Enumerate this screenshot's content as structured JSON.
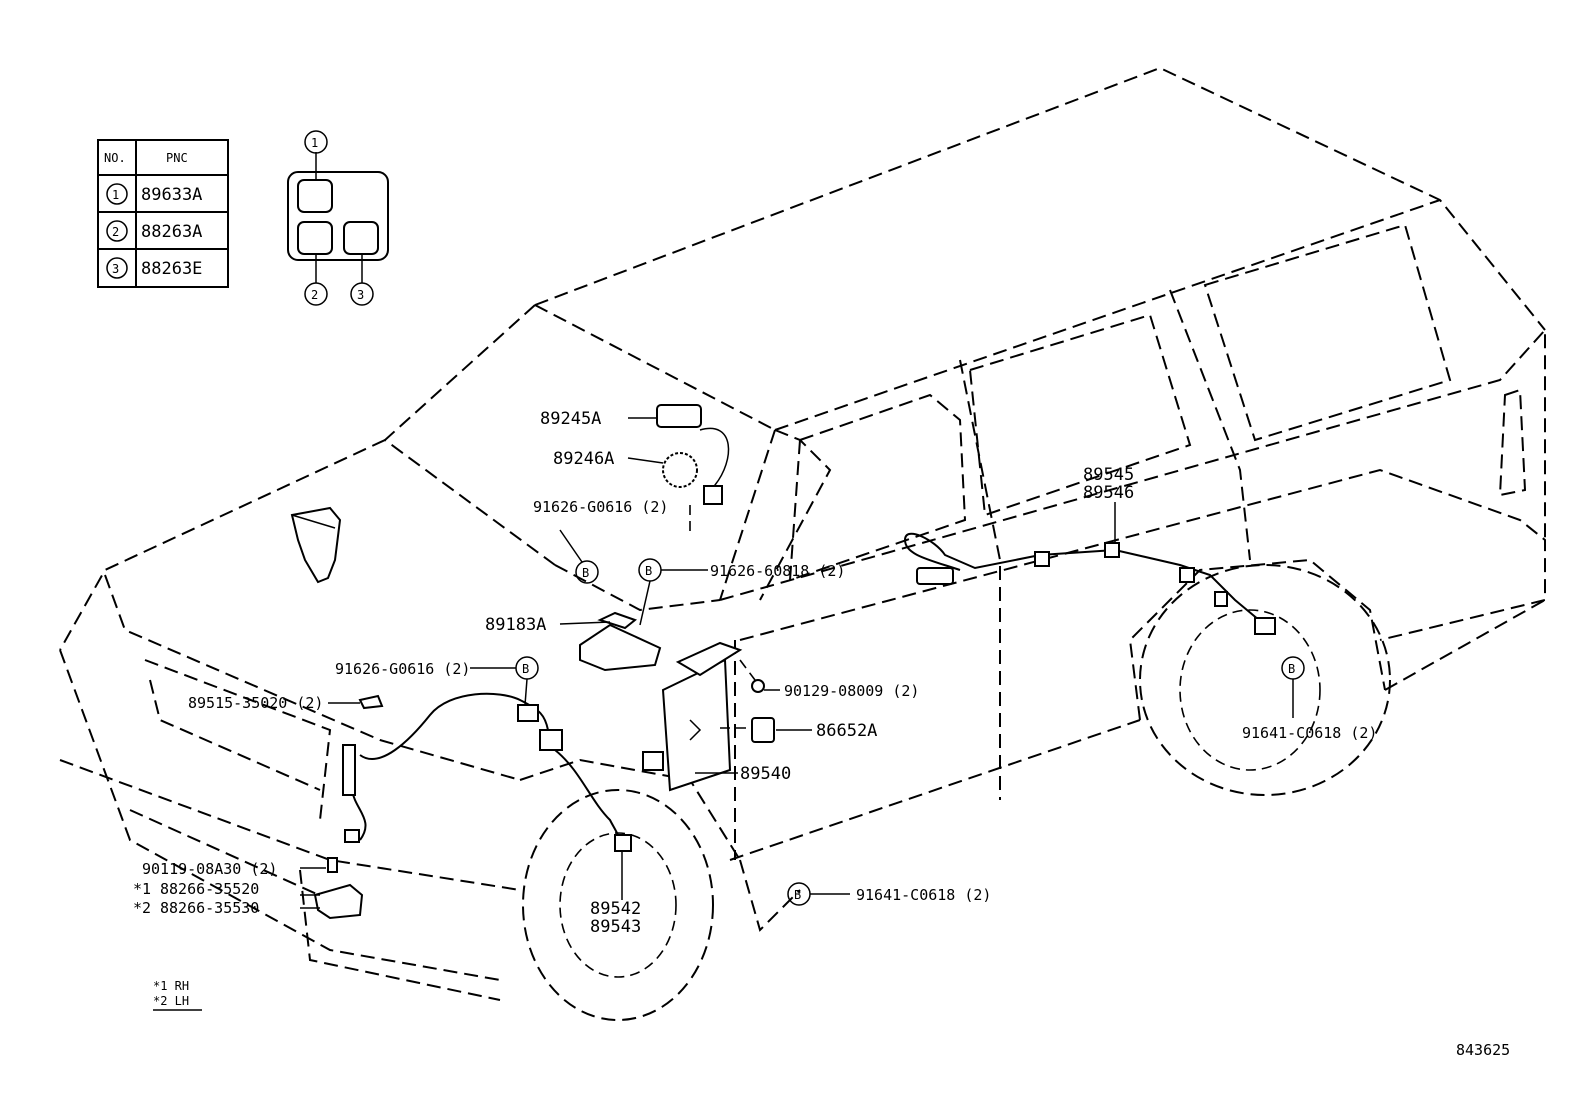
{
  "legend_table": {
    "header_no": "NO.",
    "header_pnc": "PNC",
    "rows": [
      {
        "no": "1",
        "pnc": "89633A"
      },
      {
        "no": "2",
        "pnc": "88263A"
      },
      {
        "no": "3",
        "pnc": "88263E"
      }
    ]
  },
  "switch_panel": {
    "callout_1": "1",
    "callout_2": "2",
    "callout_3": "3"
  },
  "parts": {
    "p89245A": "89245A",
    "p89246A": "89246A",
    "p91626_G0616_top": "91626-G0616 (2)",
    "p91626_60818": "91626-60818 (2)",
    "p89183A": "89183A",
    "p91626_G0616_mid": "91626-G0616 (2)",
    "p89515_35020": "89515-35020 (2)",
    "p90129_08009": "90129-08009 (2)",
    "p86652A": "86652A",
    "p89540": "89540",
    "p89545": "89545",
    "p89546": "89546",
    "p91641_C0618_rear": "91641-C0618 (2)",
    "p90119_08A30": "90119-08A30 (2)",
    "p88266_35520": "88266-35520",
    "p88266_35530": "88266-35530",
    "p89542": "89542",
    "p89543": "89543",
    "p91641_C0618_front": "91641-C0618 (2)",
    "mark_1": "*1",
    "mark_2": "*2"
  },
  "bolt_marker": "B",
  "footnotes": {
    "rh": "*1 RH",
    "lh": "*2 LH"
  },
  "diagram_id": "843625"
}
